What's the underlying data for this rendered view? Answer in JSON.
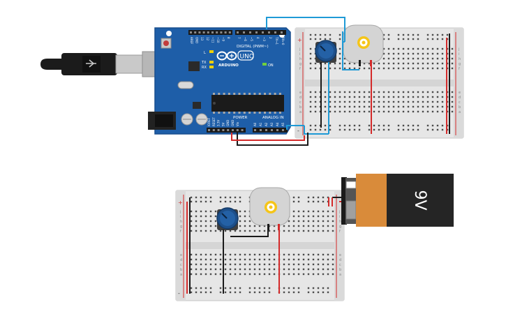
{
  "arduino": {
    "brand": "ARDUINO",
    "model": "UNO",
    "digital_label": "DIGITAL (PWM~)",
    "power_label": "POWER",
    "analog_label": "ANALOG IN",
    "on_label": "ON",
    "l_label": "L",
    "tx_label": "TX",
    "rx_label": "RX",
    "top_pin_labels": [
      "AREF",
      "GND",
      "13",
      "12",
      "~11",
      "~10",
      "~9",
      "8",
      "7",
      "~6",
      "~5",
      "4",
      "~3",
      "2",
      "TX→1",
      "RX←0"
    ],
    "power_pin_labels": [
      "IOREF",
      "RESET",
      "3.3V",
      "5V",
      "GND",
      "GND",
      "Vin"
    ],
    "analog_pin_labels": [
      "A0",
      "A1",
      "A2",
      "A3",
      "A4",
      "A5"
    ]
  },
  "battery": {
    "label": "9V"
  },
  "breadboard": {
    "row_letters_top": [
      "j",
      "i",
      "h",
      "g",
      "f"
    ],
    "row_letters_bottom": [
      "e",
      "d",
      "c",
      "b",
      "a"
    ],
    "plus": "+",
    "minus": "-"
  },
  "colors": {
    "arduino_blue": "#1e5ea8",
    "board": "#e4e4e4",
    "wire_red": "#d42a2a",
    "wire_black": "#1a1a1a",
    "wire_blue": "#1e9ad6",
    "battery_orange": "#d98b3a",
    "battery_dark": "#252525",
    "knob": "#1d4f8a",
    "motor_hub": "#f5c518"
  }
}
